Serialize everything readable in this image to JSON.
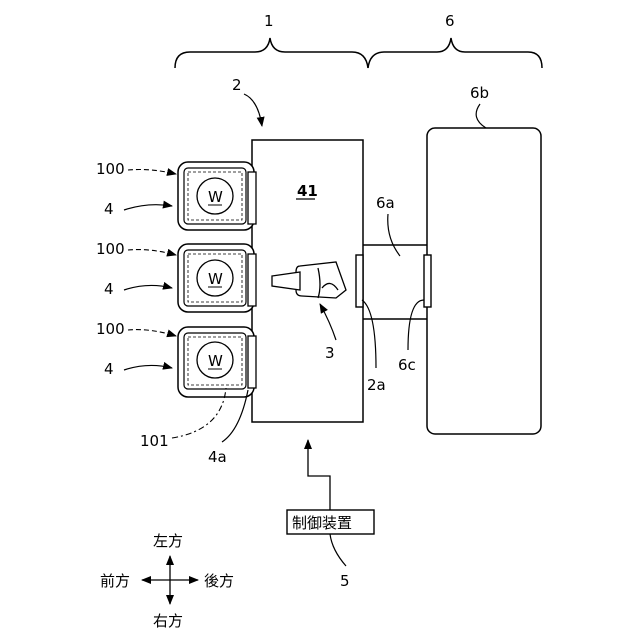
{
  "labels": {
    "ref_1": "1",
    "ref_6": "6",
    "ref_2": "2",
    "ref_6b": "6b",
    "ref_41": "41",
    "ref_6a": "6a",
    "ref_100_top": "100",
    "ref_100_mid": "100",
    "ref_100_bot": "100",
    "ref_4_top": "4",
    "ref_4_mid": "4",
    "ref_4_bot": "4",
    "ref_3": "3",
    "ref_2a": "2a",
    "ref_6c": "6c",
    "ref_101": "101",
    "ref_4a": "4a",
    "ref_5": "5",
    "wafer_top": "W",
    "wafer_mid": "W",
    "wafer_bot": "W"
  },
  "controller": {
    "label": "制御装置"
  },
  "compass": {
    "left": "左方",
    "right": "右方",
    "front": "前方",
    "back": "後方"
  }
}
